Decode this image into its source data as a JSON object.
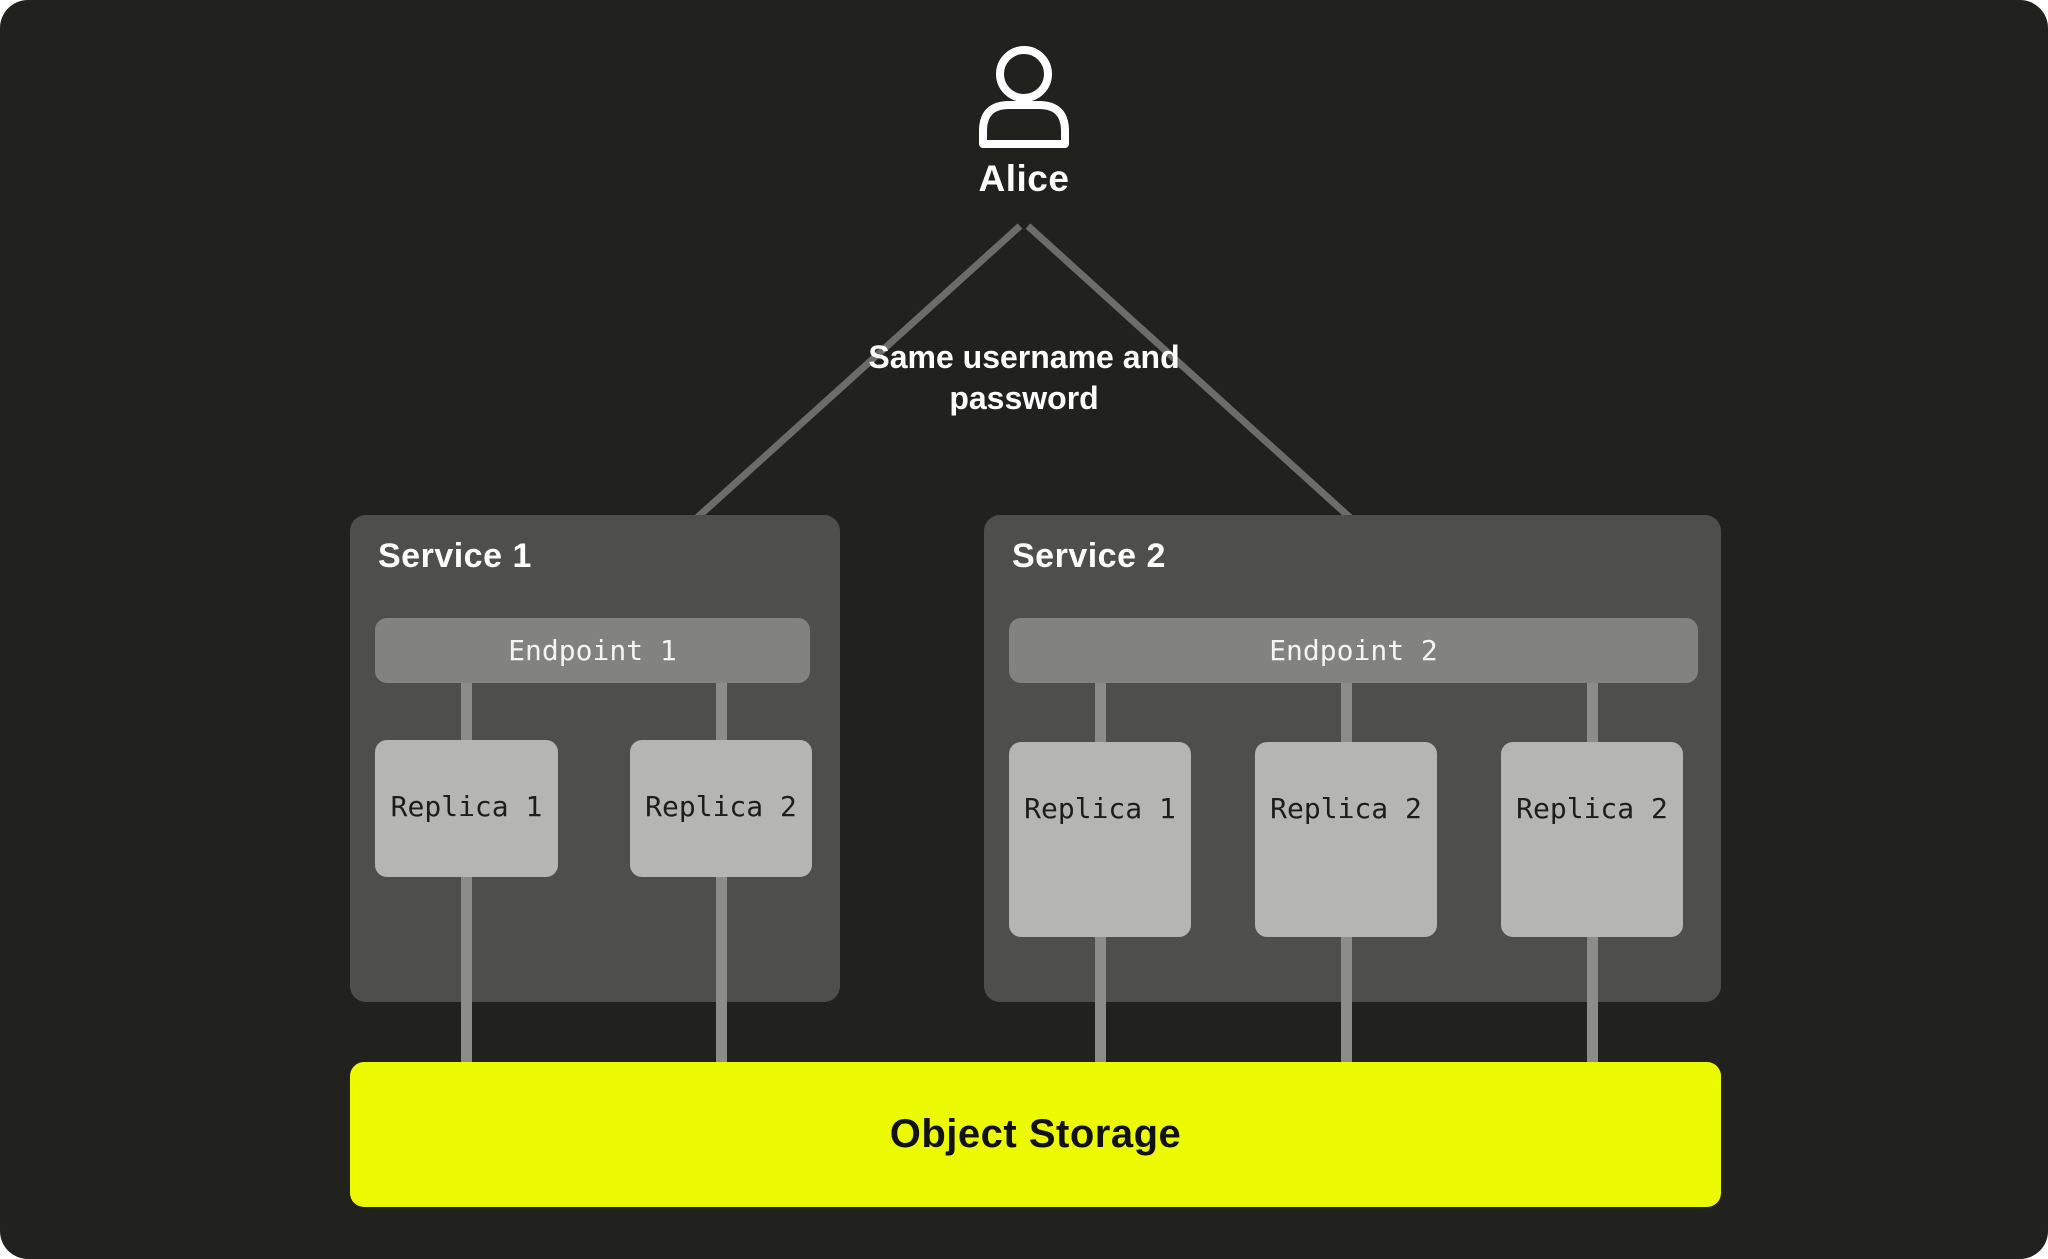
{
  "user": {
    "name": "Alice",
    "icon": "person-icon"
  },
  "annotation": {
    "text": "Same username and password"
  },
  "services": [
    {
      "title": "Service 1",
      "endpoint": "Endpoint 1",
      "replicas": [
        "Replica 1",
        "Replica 2"
      ]
    },
    {
      "title": "Service 2",
      "endpoint": "Endpoint 2",
      "replicas": [
        "Replica 1",
        "Replica 2",
        "Replica 2"
      ]
    }
  ],
  "storage": {
    "label": "Object Storage"
  },
  "colors": {
    "panel_bg": "#21211d",
    "service_bg": "#4e4e4c",
    "endpoint_bg": "#828280",
    "replica_bg": "#b5b5b3",
    "connector": "#8c8c8a",
    "arrow": "#6c6c6a",
    "storage_bg": "#edfb02",
    "text_light": "#ffffff",
    "text_endpoint": "#f5f5f3",
    "text_dark": "#1d1d1b",
    "text_storage": "#111111"
  }
}
